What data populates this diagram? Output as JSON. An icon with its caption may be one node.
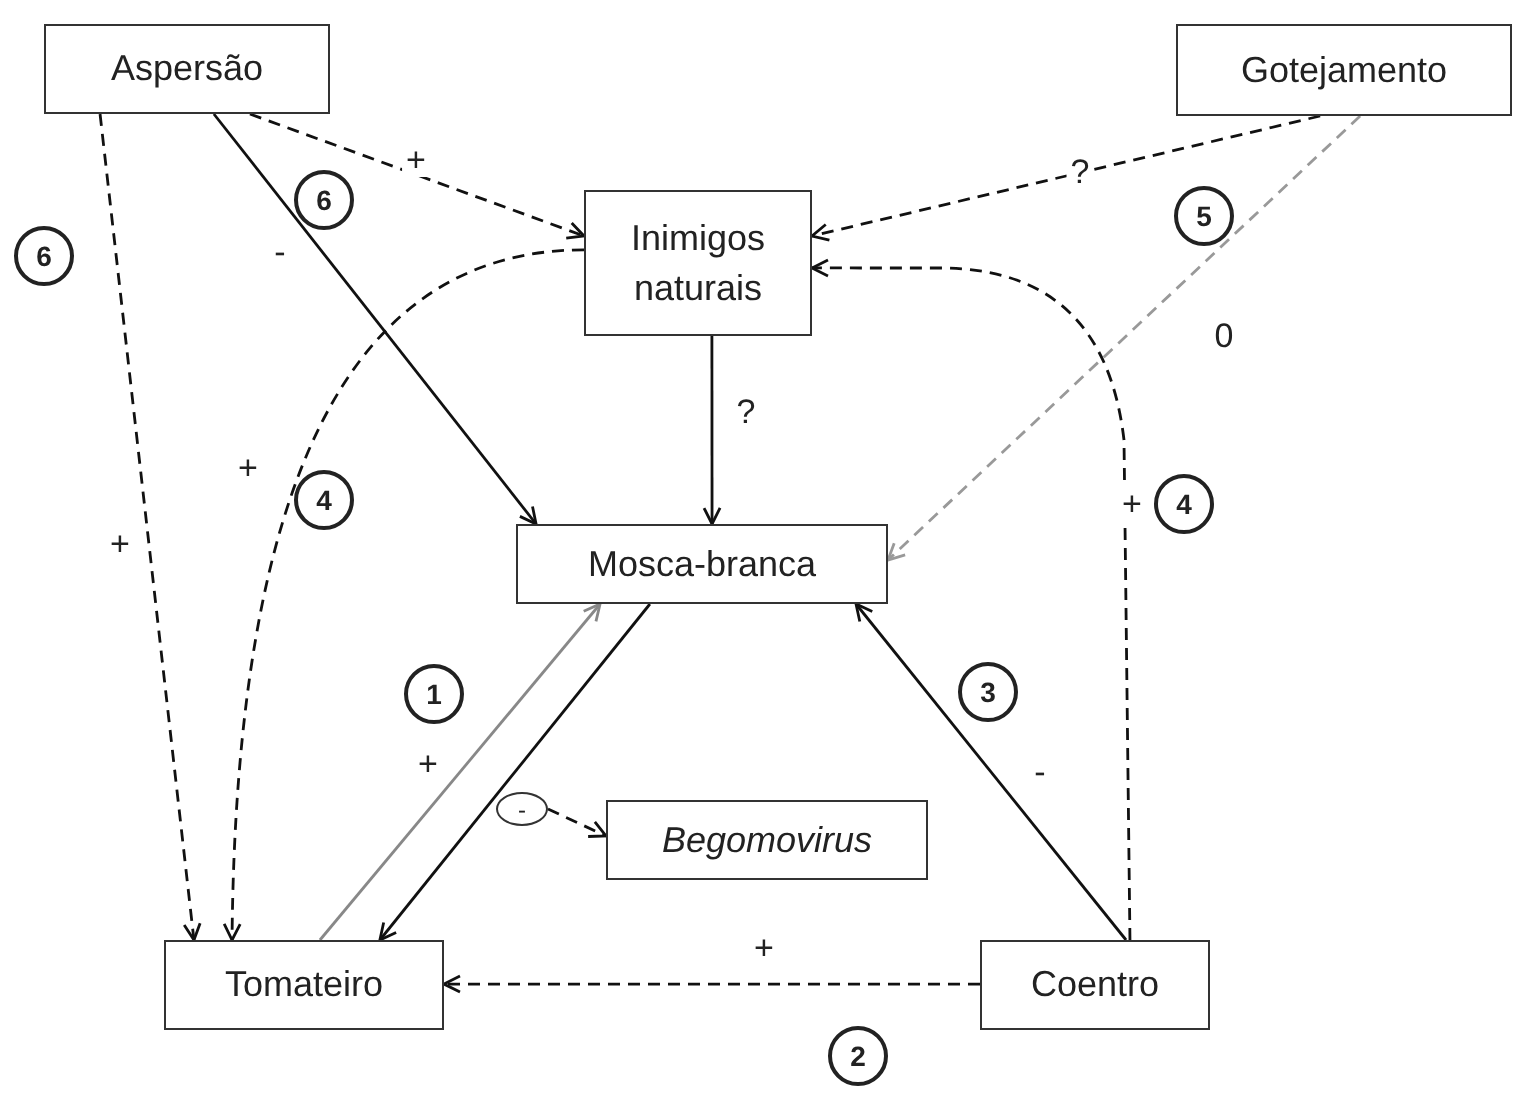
{
  "diagram": {
    "nodes": [
      {
        "text": [
          "Aspersão"
        ]
      },
      {
        "text": [
          "Gotejamento"
        ]
      },
      {
        "text": [
          "Inimigos naturais"
        ]
      },
      {
        "text": [
          "Mosca-branca"
        ]
      },
      {
        "text": [
          "Begomovirus"
        ]
      },
      {
        "text": [
          "Tomateiro"
        ]
      },
      {
        "text": [
          "Coentro"
        ]
      },
      {
        "text": [
          "-"
        ]
      }
    ],
    "edges": [
      {
        "from": 0,
        "to": 2,
        "arrow": "to",
        "label": "+",
        "style": "dashed"
      },
      {
        "from": 0,
        "to": 3,
        "arrow": "to",
        "label": "-"
      },
      {
        "from": 0,
        "to": 5,
        "arrow": "to",
        "label": "+",
        "style": "dashed"
      },
      {
        "from": 2,
        "to": 5,
        "arrow": "to",
        "label": "+",
        "style": "dashed"
      },
      {
        "from": 2,
        "to": 3,
        "arrow": "to",
        "label": "?"
      },
      {
        "from": 1,
        "to": 2,
        "arrow": "to",
        "label": "?",
        "style": "dashed"
      },
      {
        "from": 1,
        "to": 3,
        "arrow": "to",
        "label": "0",
        "style": "dashed",
        "color": "#999999"
      },
      {
        "from": 6,
        "to": 2,
        "arrow": "to",
        "label": "+",
        "style": "dashed"
      },
      {
        "from": 6,
        "to": 3,
        "arrow": "to",
        "label": "-"
      },
      {
        "from": 6,
        "to": 5,
        "arrow": "to",
        "label": "+",
        "style": "dashed"
      },
      {
        "from": 5,
        "to": 3,
        "arrow": "to",
        "label": "+",
        "color": "#888888"
      },
      {
        "from": 3,
        "to": 5,
        "arrow": "to"
      },
      {
        "from": 7,
        "to": 4,
        "arrow": "to",
        "style": "dashed"
      }
    ],
    "labels": [
      "6",
      "5",
      "6",
      "4",
      "4",
      "3",
      "1",
      "2"
    ]
  }
}
